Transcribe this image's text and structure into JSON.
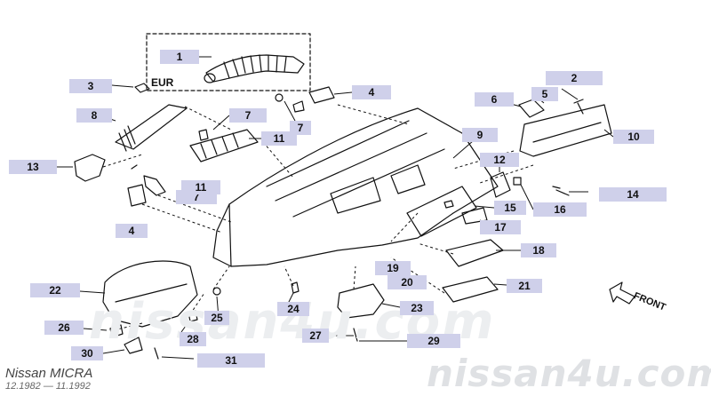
{
  "diagram": {
    "region_label": "EUR",
    "direction_label": "FRONT",
    "model": "Nissan MICRA",
    "years": "12.1982 — 11.1992",
    "watermark_small": "nissan4u.com",
    "watermark_big": "nissan4u.com",
    "part_numbers": [
      "1",
      "2",
      "3",
      "4",
      "5",
      "6",
      "7",
      "7",
      "7",
      "8",
      "9",
      "10",
      "11",
      "11",
      "12",
      "13",
      "14",
      "15",
      "16",
      "17",
      "18",
      "19",
      "20",
      "21",
      "22",
      "23",
      "24",
      "25",
      "26",
      "27",
      "28",
      "29",
      "30",
      "31",
      "4"
    ],
    "colors": {
      "callout": "#cfd0ea",
      "line": "#111111",
      "watermark": "#dfe1e4"
    }
  }
}
